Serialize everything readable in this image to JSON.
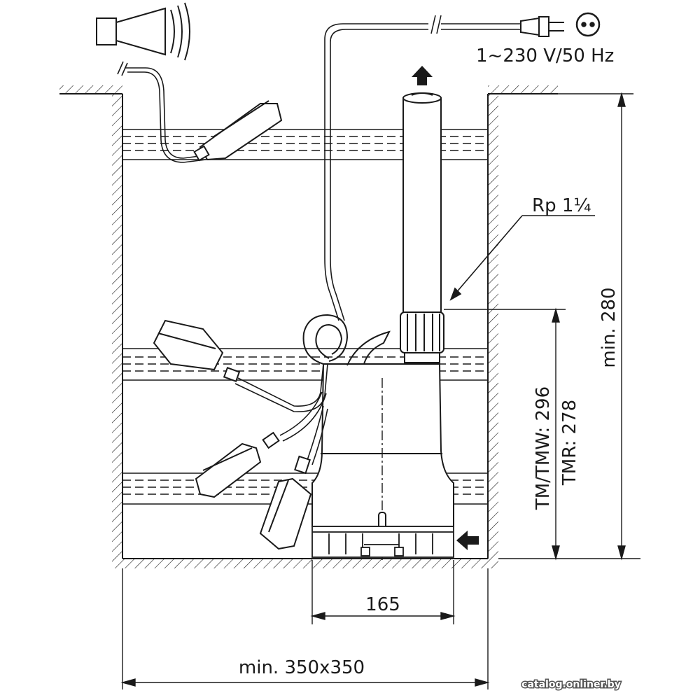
{
  "labels": {
    "power": "1~230 V/50 Hz",
    "thread": "Rp 1¼",
    "depth": "min. 280",
    "height_tm": "TM/TMW: 296",
    "height_tmr": "TMR: 278",
    "pump_width": "165",
    "sump_size": "min. 350x350"
  },
  "watermark": "catalog.onliner.by",
  "icons": [
    "alarm-horn-icon",
    "power-plug-icon",
    "socket-icon",
    "flow-up-arrow-icon",
    "inlet-arrow-icon"
  ],
  "colors": {
    "line": "#1a1a1a",
    "background": "#ffffff"
  }
}
